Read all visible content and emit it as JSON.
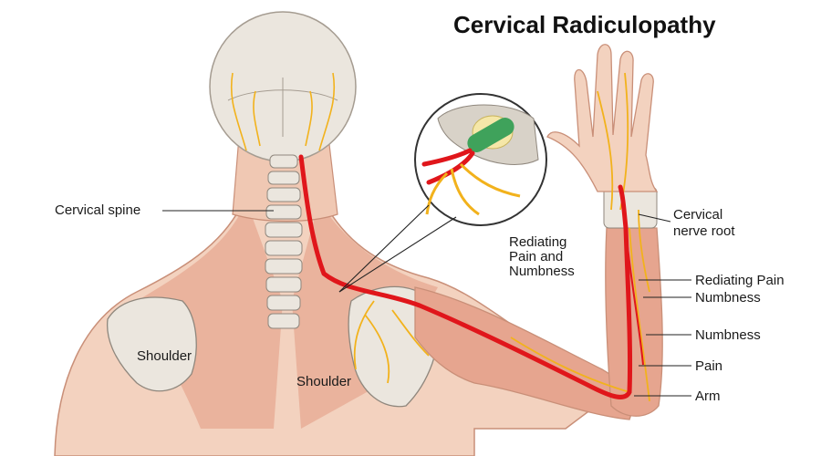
{
  "title": "Cervical Radiculopathy",
  "labels": {
    "cervical_spine": "Cervical spine",
    "shoulder_left": "Shoulder",
    "shoulder_center": "Shoulder",
    "radiating_center_1": "Rediating",
    "radiating_center_2": "Pain and",
    "radiating_center_3": "Numbness",
    "nerve_root_1": "Cervical",
    "nerve_root_2": "nerve root",
    "radiating_pain": "Rediating Pain",
    "numbness_1": "Numbness",
    "numbness_2": "Numbness",
    "pain": "Pain",
    "arm": "Arm"
  },
  "colors": {
    "skin": "#f3d2bf",
    "muscle": "#e6a58f",
    "bone": "#ebe6de",
    "nerve_main": "#e0161b",
    "nerve_branch": "#f2b21c",
    "disc_herniation": "#3fa25b",
    "leader_line": "#222222"
  }
}
